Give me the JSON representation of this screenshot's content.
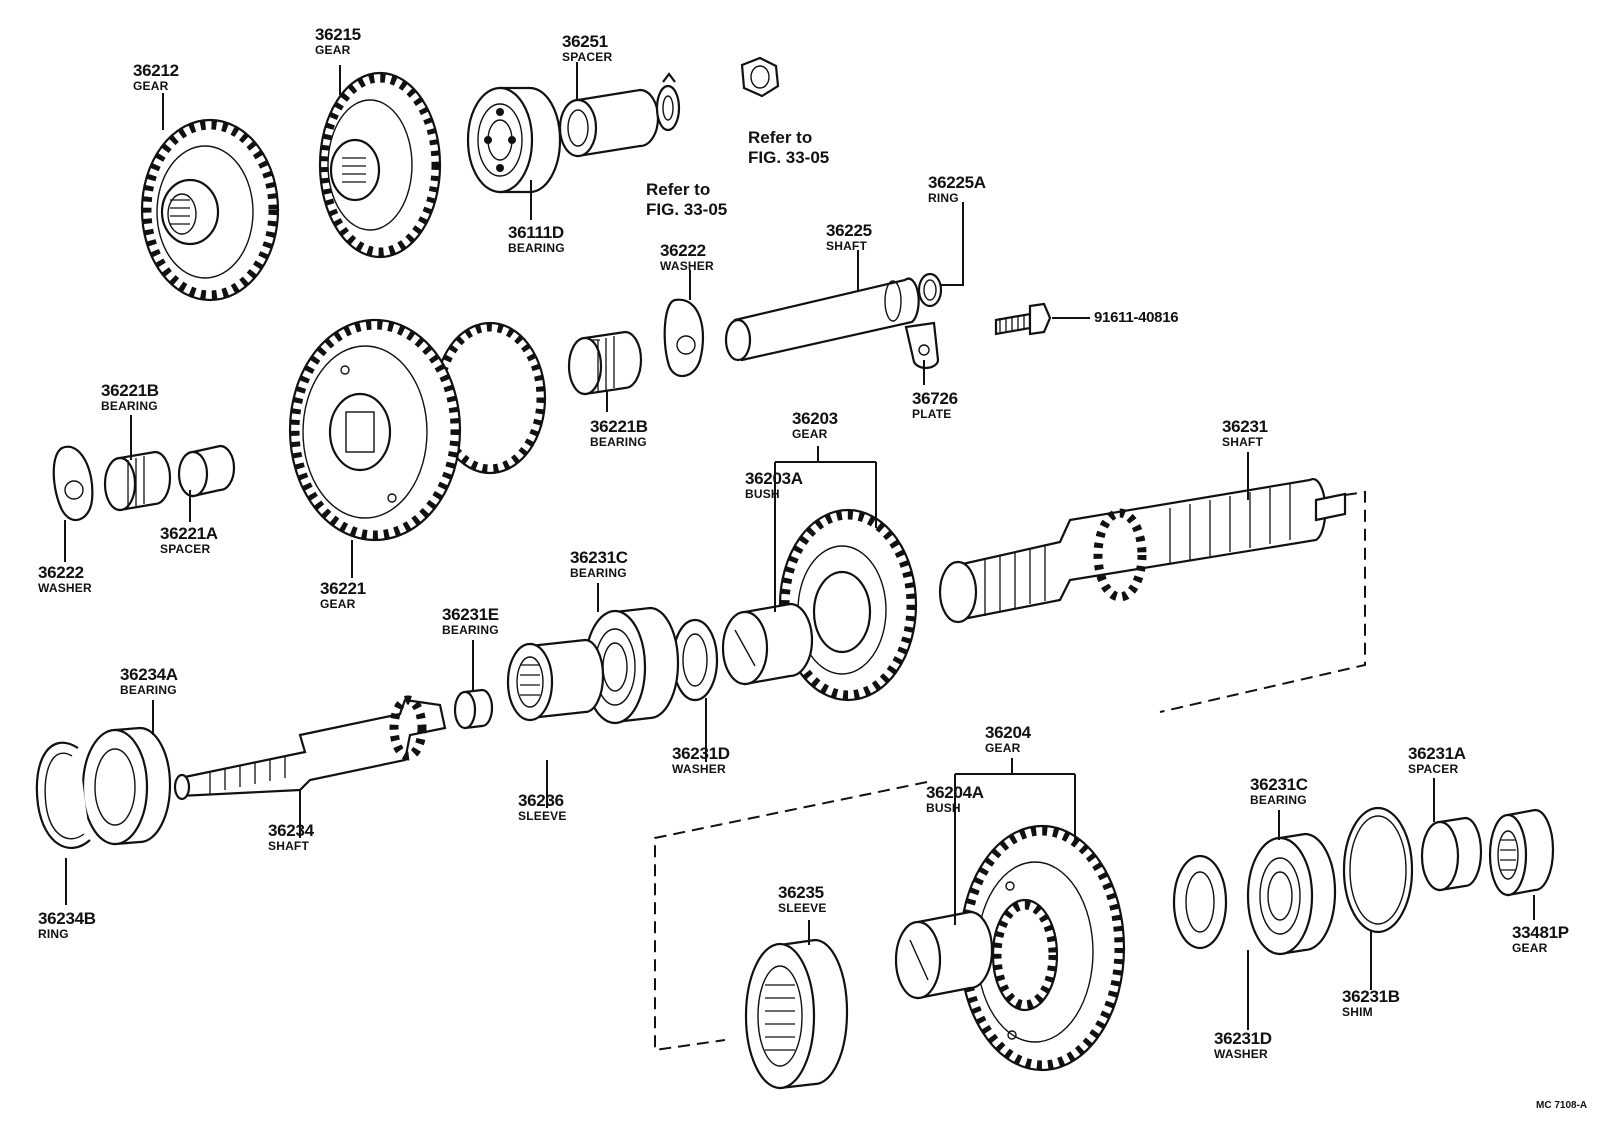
{
  "parts": [
    {
      "id": "p36212",
      "number": "36212",
      "name": "GEAR"
    },
    {
      "id": "p36215",
      "number": "36215",
      "name": "GEAR"
    },
    {
      "id": "p36251",
      "number": "36251",
      "name": "SPACER"
    },
    {
      "id": "p36111D",
      "number": "36111D",
      "name": "BEARING"
    },
    {
      "id": "p36225A",
      "number": "36225A",
      "name": "RING"
    },
    {
      "id": "p36225",
      "number": "36225",
      "name": "SHAFT"
    },
    {
      "id": "p36222a",
      "number": "36222",
      "name": "WASHER"
    },
    {
      "id": "p91611",
      "number": "91611-40816",
      "name": ""
    },
    {
      "id": "p36726",
      "number": "36726",
      "name": "PLATE"
    },
    {
      "id": "p36221Ba",
      "number": "36221B",
      "name": "BEARING"
    },
    {
      "id": "p36221Bb",
      "number": "36221B",
      "name": "BEARING"
    },
    {
      "id": "p36221A",
      "number": "36221A",
      "name": "SPACER"
    },
    {
      "id": "p36222b",
      "number": "36222",
      "name": "WASHER"
    },
    {
      "id": "p36221",
      "number": "36221",
      "name": "GEAR"
    },
    {
      "id": "p36203",
      "number": "36203",
      "name": "GEAR"
    },
    {
      "id": "p36203A",
      "number": "36203A",
      "name": "BUSH"
    },
    {
      "id": "p36231",
      "number": "36231",
      "name": "SHAFT"
    },
    {
      "id": "p36231Ca",
      "number": "36231C",
      "name": "BEARING"
    },
    {
      "id": "p36231E",
      "number": "36231E",
      "name": "BEARING"
    },
    {
      "id": "p36234A",
      "number": "36234A",
      "name": "BEARING"
    },
    {
      "id": "p36231Da",
      "number": "36231D",
      "name": "WASHER"
    },
    {
      "id": "p36236",
      "number": "36236",
      "name": "SLEEVE"
    },
    {
      "id": "p36234",
      "number": "36234",
      "name": "SHAFT"
    },
    {
      "id": "p36234B",
      "number": "36234B",
      "name": "RING"
    },
    {
      "id": "p36204",
      "number": "36204",
      "name": "GEAR"
    },
    {
      "id": "p36204A",
      "number": "36204A",
      "name": "BUSH"
    },
    {
      "id": "p36231A",
      "number": "36231A",
      "name": "SPACER"
    },
    {
      "id": "p36231Cb",
      "number": "36231C",
      "name": "BEARING"
    },
    {
      "id": "p36235",
      "number": "36235",
      "name": "SLEEVE"
    },
    {
      "id": "p33481P",
      "number": "33481P",
      "name": "GEAR"
    },
    {
      "id": "p36231B",
      "number": "36231B",
      "name": "SHIM"
    },
    {
      "id": "p36231Db",
      "number": "36231D",
      "name": "WASHER"
    }
  ],
  "references": [
    {
      "id": "ref1",
      "line1": "Refer to",
      "line2": "FIG. 33-05"
    },
    {
      "id": "ref2",
      "line1": "Refer to",
      "line2": "FIG. 33-05"
    }
  ],
  "figure_code": "MC 7108-A"
}
